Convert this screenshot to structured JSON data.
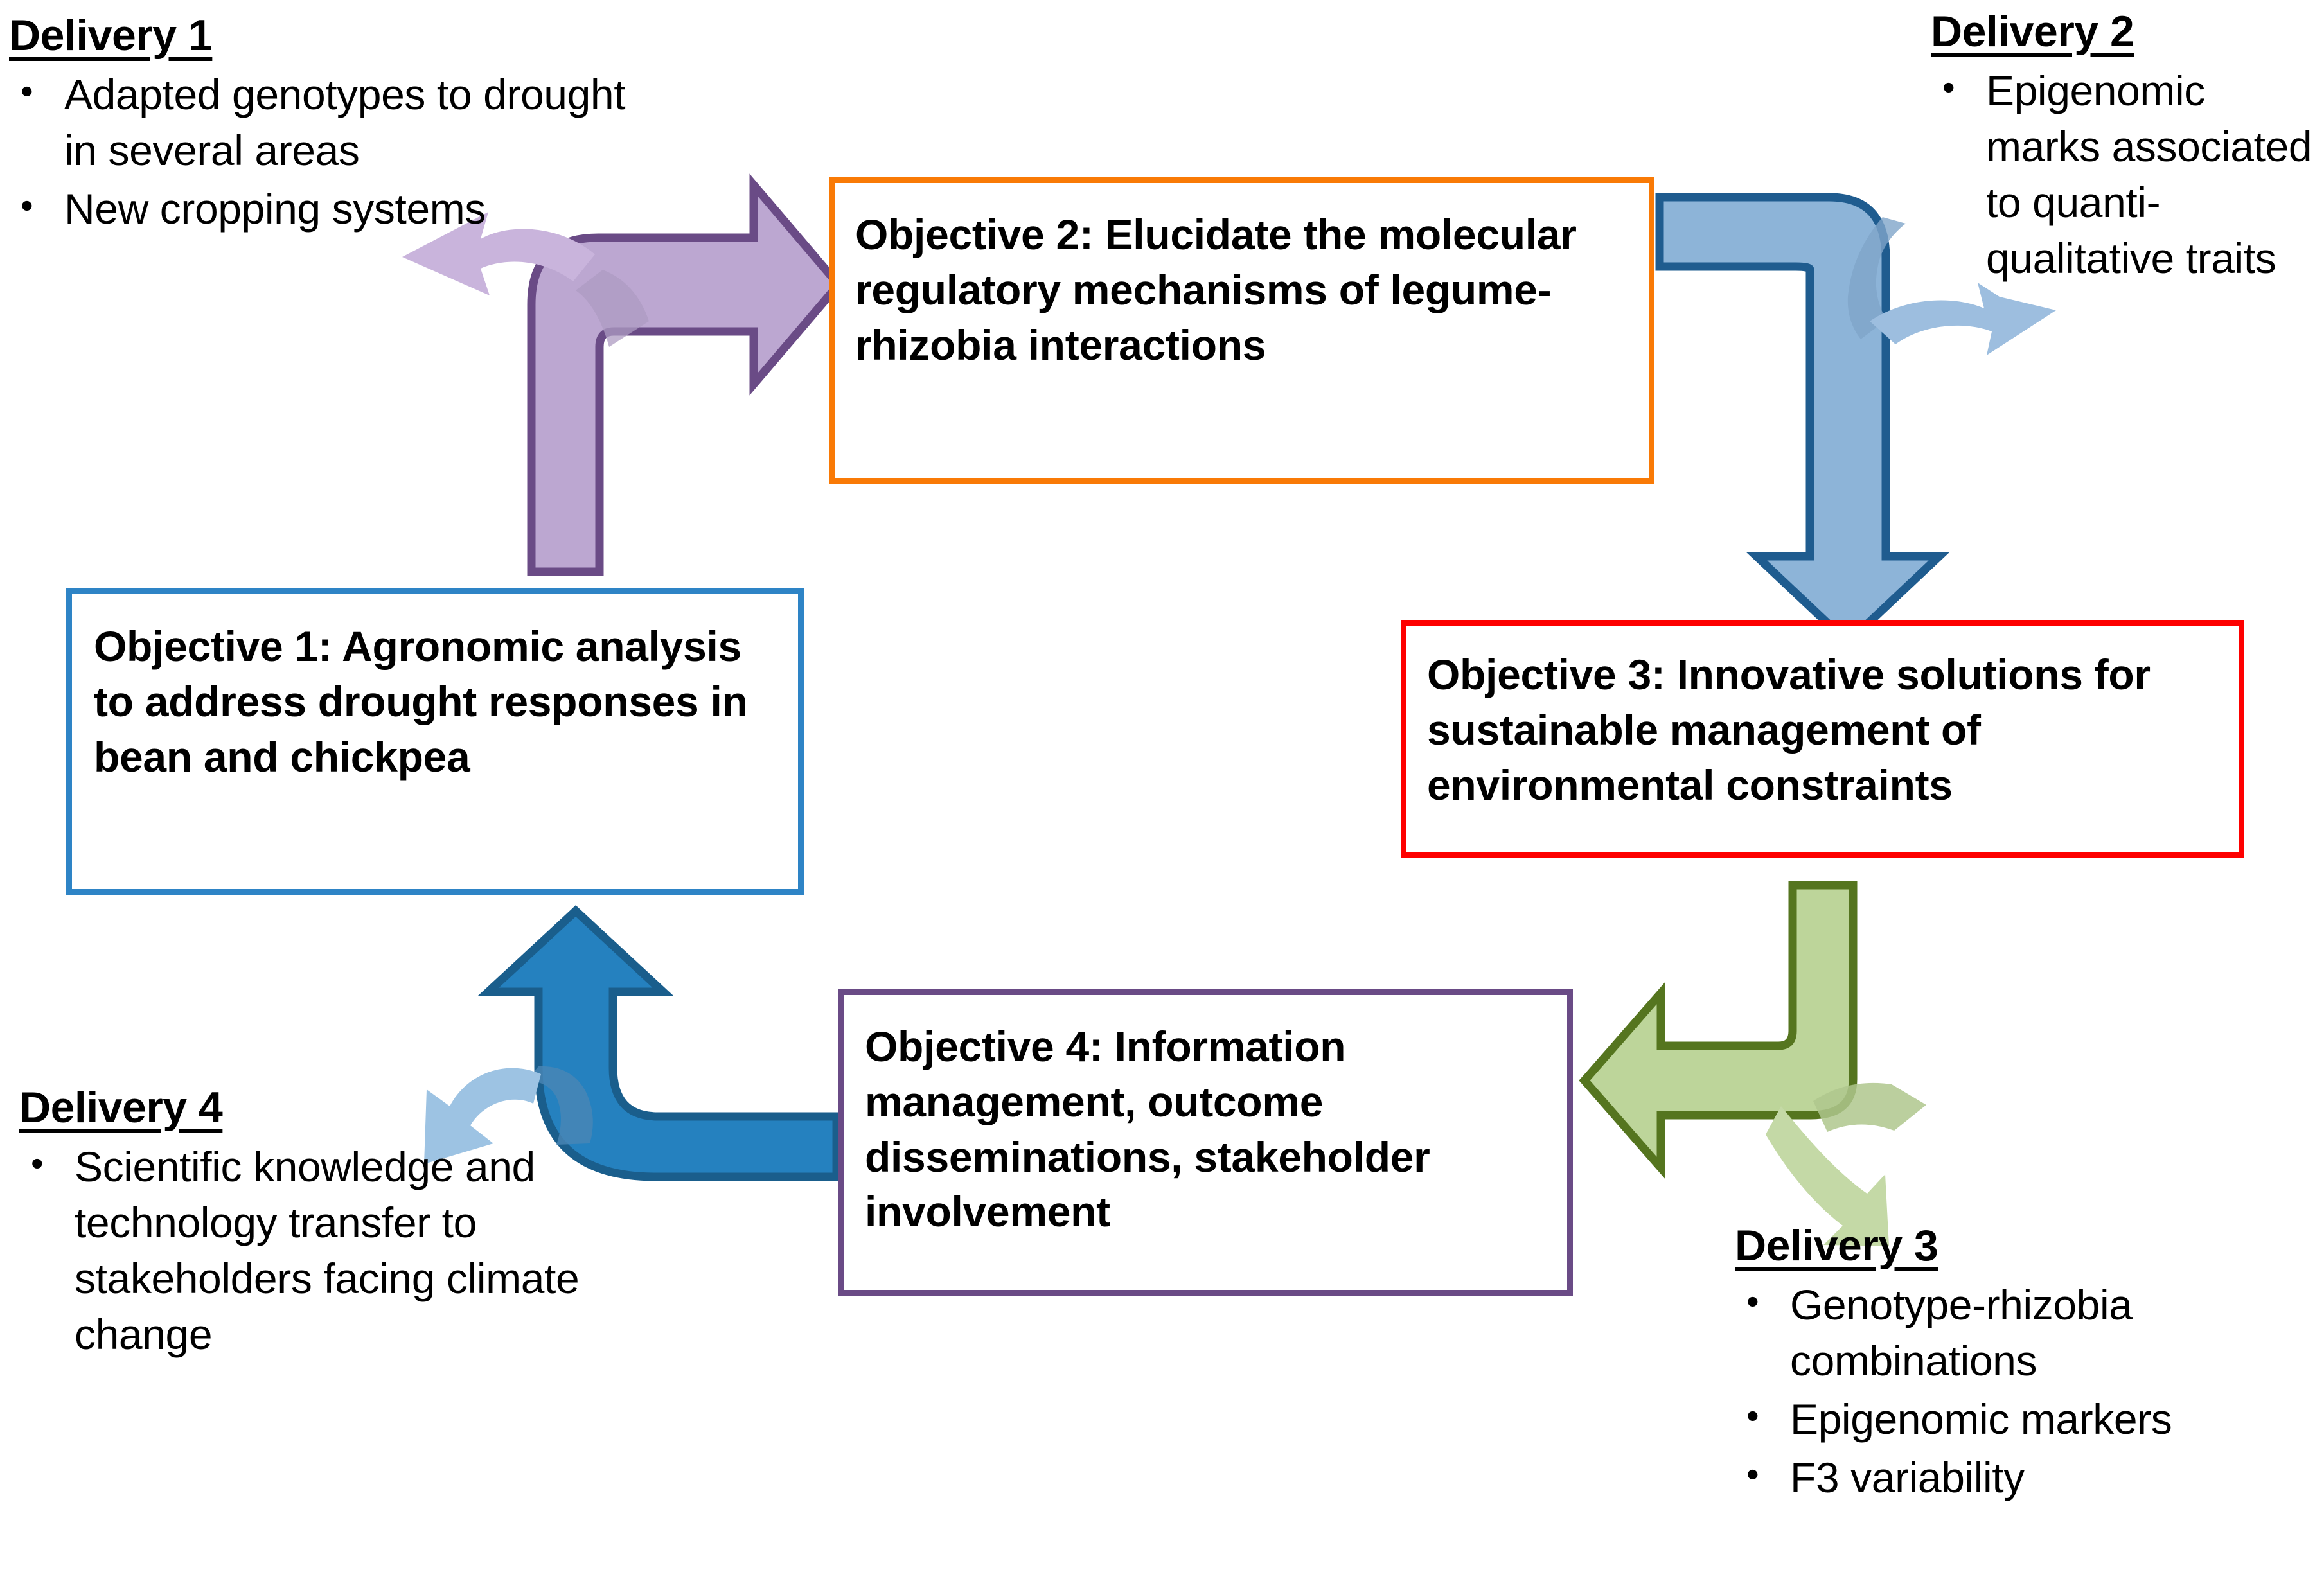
{
  "diagram": {
    "title": "Project objectives and deliveries cycle",
    "objectives": [
      {
        "id": "objective-1",
        "text": "Objective 1: Agronomic analysis to address drought responses in bean and chickpea",
        "border_color": "#2E84C6"
      },
      {
        "id": "objective-2",
        "text": "Objective 2: Elucidate the molecular regulatory mechanisms of legume-rhizobia interactions",
        "border_color": "#F97A06"
      },
      {
        "id": "objective-3",
        "text": "Objective 3: Innovative solutions for sustainable management of environmental constraints",
        "border_color": "#FE0000"
      },
      {
        "id": "objective-4",
        "text": "Objective 4:  Information management, outcome disseminations, stakeholder involvement",
        "border_color": "#6A4B86"
      }
    ],
    "deliveries": [
      {
        "id": "delivery-1",
        "title": "Delivery 1",
        "items": [
          "Adapted genotypes to drought in several areas",
          "New cropping systems"
        ]
      },
      {
        "id": "delivery-2",
        "title": "Delivery 2",
        "items": [
          "Epigenomic marks associated to quanti-qualitative traits"
        ]
      },
      {
        "id": "delivery-3",
        "title": "Delivery 3",
        "items": [
          "Genotype-rhizobia combinations",
          "Epigenomic markers",
          "F3 variability"
        ]
      },
      {
        "id": "delivery-4",
        "title": "Delivery 4",
        "items": [
          "Scientific knowledge and technology transfer to stakeholders facing climate change"
        ]
      }
    ],
    "arrows": [
      {
        "id": "arrow-purple-up-right",
        "icon": "bent-arrow-up-right-icon",
        "from": "objective-1",
        "to": "objective-2",
        "fill": "#BCA7D1",
        "stroke": "#6A4B86"
      },
      {
        "id": "arrow-purple-curve-to-delivery-1",
        "icon": "curved-arrow-left-icon",
        "to": "delivery-1",
        "fill": "#C9B4DC"
      },
      {
        "id": "arrow-blue-right-down",
        "icon": "bent-arrow-right-down-icon",
        "from": "objective-2",
        "to": "objective-3",
        "fill": "#8DB4D8",
        "stroke": "#1F5C8F"
      },
      {
        "id": "arrow-blue-curve-to-delivery-2",
        "icon": "curved-arrow-right-icon",
        "to": "delivery-2",
        "fill": "#9DBEDF"
      },
      {
        "id": "arrow-green-down-left",
        "icon": "bent-arrow-down-left-icon",
        "from": "objective-3",
        "to": "objective-4",
        "fill": "#BDD59A",
        "stroke": "#55751F"
      },
      {
        "id": "arrow-green-curve-to-delivery-3",
        "icon": "curved-arrow-down-right-icon",
        "to": "delivery-3",
        "fill": "#C4D9A6"
      },
      {
        "id": "arrow-darkblue-left-up",
        "icon": "bent-arrow-left-up-icon",
        "from": "objective-4",
        "to": "objective-1",
        "fill": "#2581BF",
        "stroke": "#1A5E8C"
      },
      {
        "id": "arrow-darkblue-curve-to-delivery-4",
        "icon": "curved-arrow-down-left-icon",
        "to": "delivery-4",
        "fill": "#9DC3E3"
      }
    ]
  }
}
